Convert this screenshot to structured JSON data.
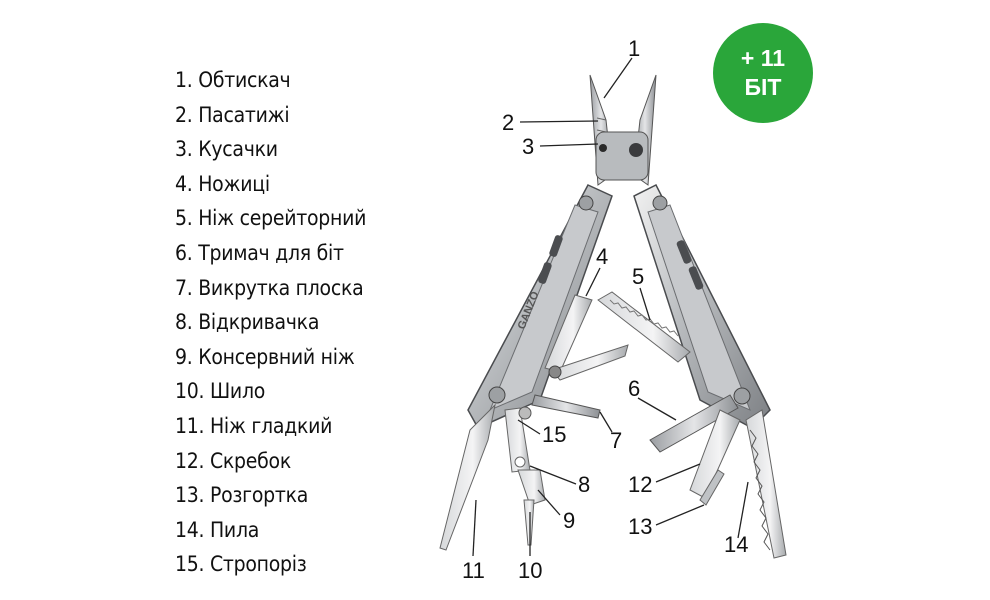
{
  "legend": [
    "1. Обтискач",
    "2. Пасатижі",
    "3. Кусачки",
    "4. Ножиці",
    "5. Ніж серейторний",
    "6. Тримач для біт",
    "7. Викрутка плоска",
    "8. Відкривачка",
    "9. Консервний ніж",
    "10. Шило",
    "11. Ніж гладкий",
    "12. Скребок",
    "13. Розгортка",
    "14. Пила",
    "15. Стропоріз"
  ],
  "badge": {
    "line1": "+ 11",
    "line2": "БІТ",
    "color": "#2aa63a"
  },
  "brand": {
    "logo_text": "GANZO"
  },
  "callouts": [
    "1",
    "2",
    "3",
    "4",
    "5",
    "6",
    "7",
    "8",
    "9",
    "10",
    "11",
    "12",
    "13",
    "14",
    "15"
  ]
}
